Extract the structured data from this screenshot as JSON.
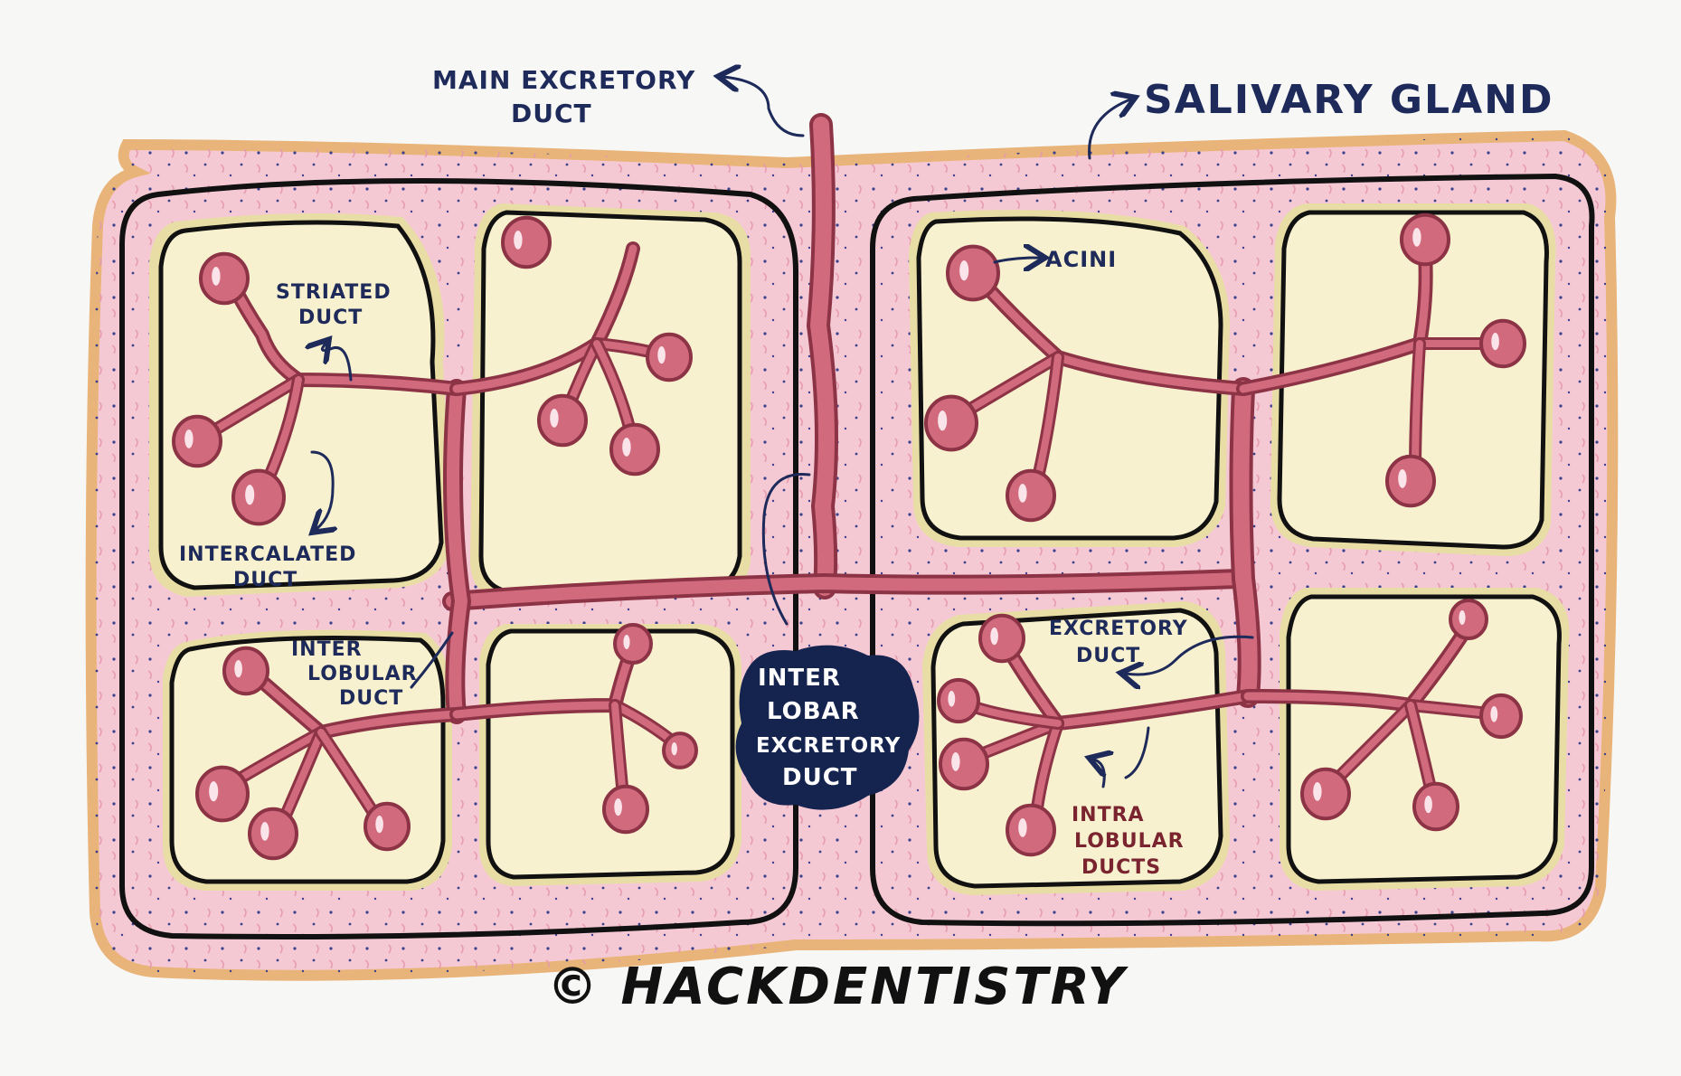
{
  "title": "SALIVARY GLAND",
  "labels": {
    "main_duct_1": "MAIN EXCRETORY",
    "main_duct_2": "DUCT",
    "striated_1": "STRIATED",
    "striated_2": "DUCT",
    "intercalated_1": "INTERCALATED",
    "intercalated_2": "DUCT",
    "interlobular_1": "INTER",
    "interlobular_2": "LOBULAR",
    "interlobular_3": "DUCT",
    "interlobar_1": "INTER",
    "interlobar_2": "LOBAR",
    "interlobar_3": "EXCRETORY",
    "interlobar_4": "DUCT",
    "acini": "ACINI",
    "excretory_1": "EXCRETORY",
    "excretory_2": "DUCT",
    "intralobular_1": "INTRA",
    "intralobular_2": "LOBULAR",
    "intralobular_3": "DUCTS"
  },
  "copyright": "© HACKDENTISTRY",
  "colors": {
    "capsule": "#f5c9d4",
    "capsule_edge": "#e9b47a",
    "lobule": "#f8f1cf",
    "lobule_shade": "#e8dea5",
    "duct": "#d06a7c",
    "duct_dark": "#8c3346",
    "outline": "#111111",
    "ink": "#1d2a5a",
    "badge": "#15234f"
  }
}
